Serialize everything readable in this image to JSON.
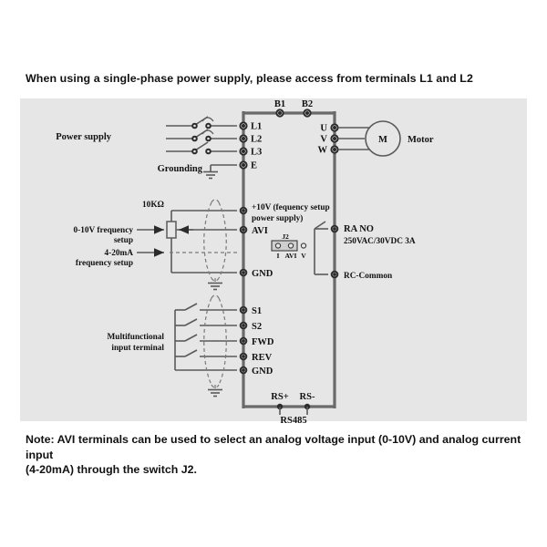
{
  "header": {
    "note": "When using a single-phase power supply, please access from terminals L1 and L2"
  },
  "footer": {
    "note_line1": "Note: AVI terminals can be used to select an analog voltage input (0-10V) and analog current input",
    "note_line2": "(4-20mA) through the switch J2."
  },
  "diagram": {
    "power_supply": {
      "label": "Power supply",
      "terminals": [
        "L1",
        "L2",
        "L3"
      ],
      "earth_terminal": "E",
      "grounding_label": "Grounding"
    },
    "braking": {
      "terminals": [
        "B1",
        "B2"
      ]
    },
    "motor_output": {
      "terminals": [
        "U",
        "V",
        "W"
      ],
      "motor_symbol": "M",
      "motor_label": "Motor"
    },
    "analog_input": {
      "pot_label": "10KΩ",
      "voltage_source_line1": "0-10V frequency",
      "voltage_source_line2": "setup",
      "current_source_line1": "4-20mA",
      "current_source_line2": "frequency setup",
      "terminal_10v_line1": "+10V (fequency setup",
      "terminal_10v_line2": "power supply)",
      "terminal_avi": "AVI",
      "terminal_gnd": "GND",
      "jumper_name": "J2",
      "jumper_pins": [
        "I",
        "AVI",
        "V"
      ]
    },
    "relay_output": {
      "terminal_ra": "RA  NO",
      "rating": "250VAC/30VDC 3A",
      "terminal_rc": "RC-Common"
    },
    "multifunction_input": {
      "label_line1": "Multifunctional",
      "label_line2": "input terminal",
      "terminals": [
        "S1",
        "S2",
        "FWD",
        "REV",
        "GND"
      ]
    },
    "communication": {
      "terminal_rs_plus": "RS+",
      "terminal_rs_minus": "RS-",
      "bus_label": "RS485"
    }
  },
  "colors": {
    "panel_background": "#e6e6e6",
    "line": "#5a5a5a",
    "text": "#111111",
    "page_background": "#ffffff"
  }
}
